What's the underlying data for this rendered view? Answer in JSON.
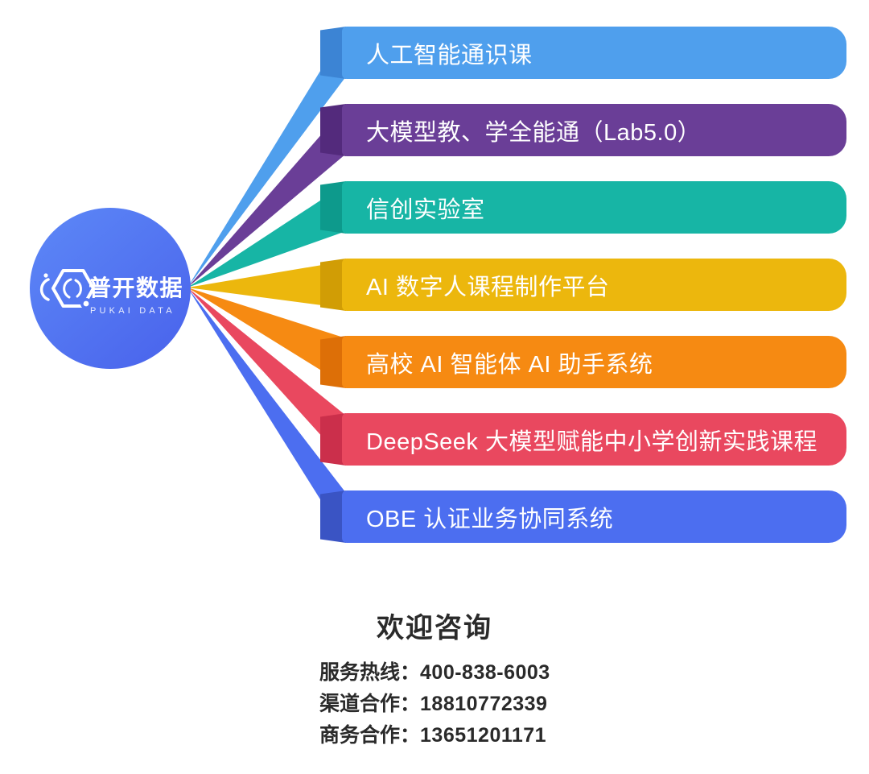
{
  "brand": {
    "name": "普开数据",
    "name_en": "PUKAI DATA",
    "circle_gradient": [
      "#5b85f6",
      "#4a64ec"
    ]
  },
  "products": [
    {
      "label": "人工智能通识课",
      "color": "#4f9fed",
      "fold_color": "#3c84d4"
    },
    {
      "label": "大模型教、学全能通（Lab5.0）",
      "color": "#6a3e97",
      "fold_color": "#532a7c"
    },
    {
      "label": "信创实验室",
      "color": "#17b5a5",
      "fold_color": "#0d9a8c"
    },
    {
      "label": "AI 数字人课程制作平台",
      "color": "#ecb70d",
      "fold_color": "#d19d05"
    },
    {
      "label": "高校 AI 智能体 AI 助手系统",
      "color": "#f68a12",
      "fold_color": "#dd6f07"
    },
    {
      "label": "DeepSeek 大模型赋能中小学创新实践课程",
      "color": "#e9485f",
      "fold_color": "#cb2f4b"
    },
    {
      "label": "OBE 认证业务协同系统",
      "color": "#4c6ef0",
      "fold_color": "#3a54c4"
    }
  ],
  "contact": {
    "title": "欢迎咨询",
    "lines": [
      {
        "label": "服务热线：",
        "value": "400-838-6003"
      },
      {
        "label": "渠道合作：",
        "value": "18810772339"
      },
      {
        "label": "商务合作：",
        "value": "13651201171"
      }
    ]
  }
}
